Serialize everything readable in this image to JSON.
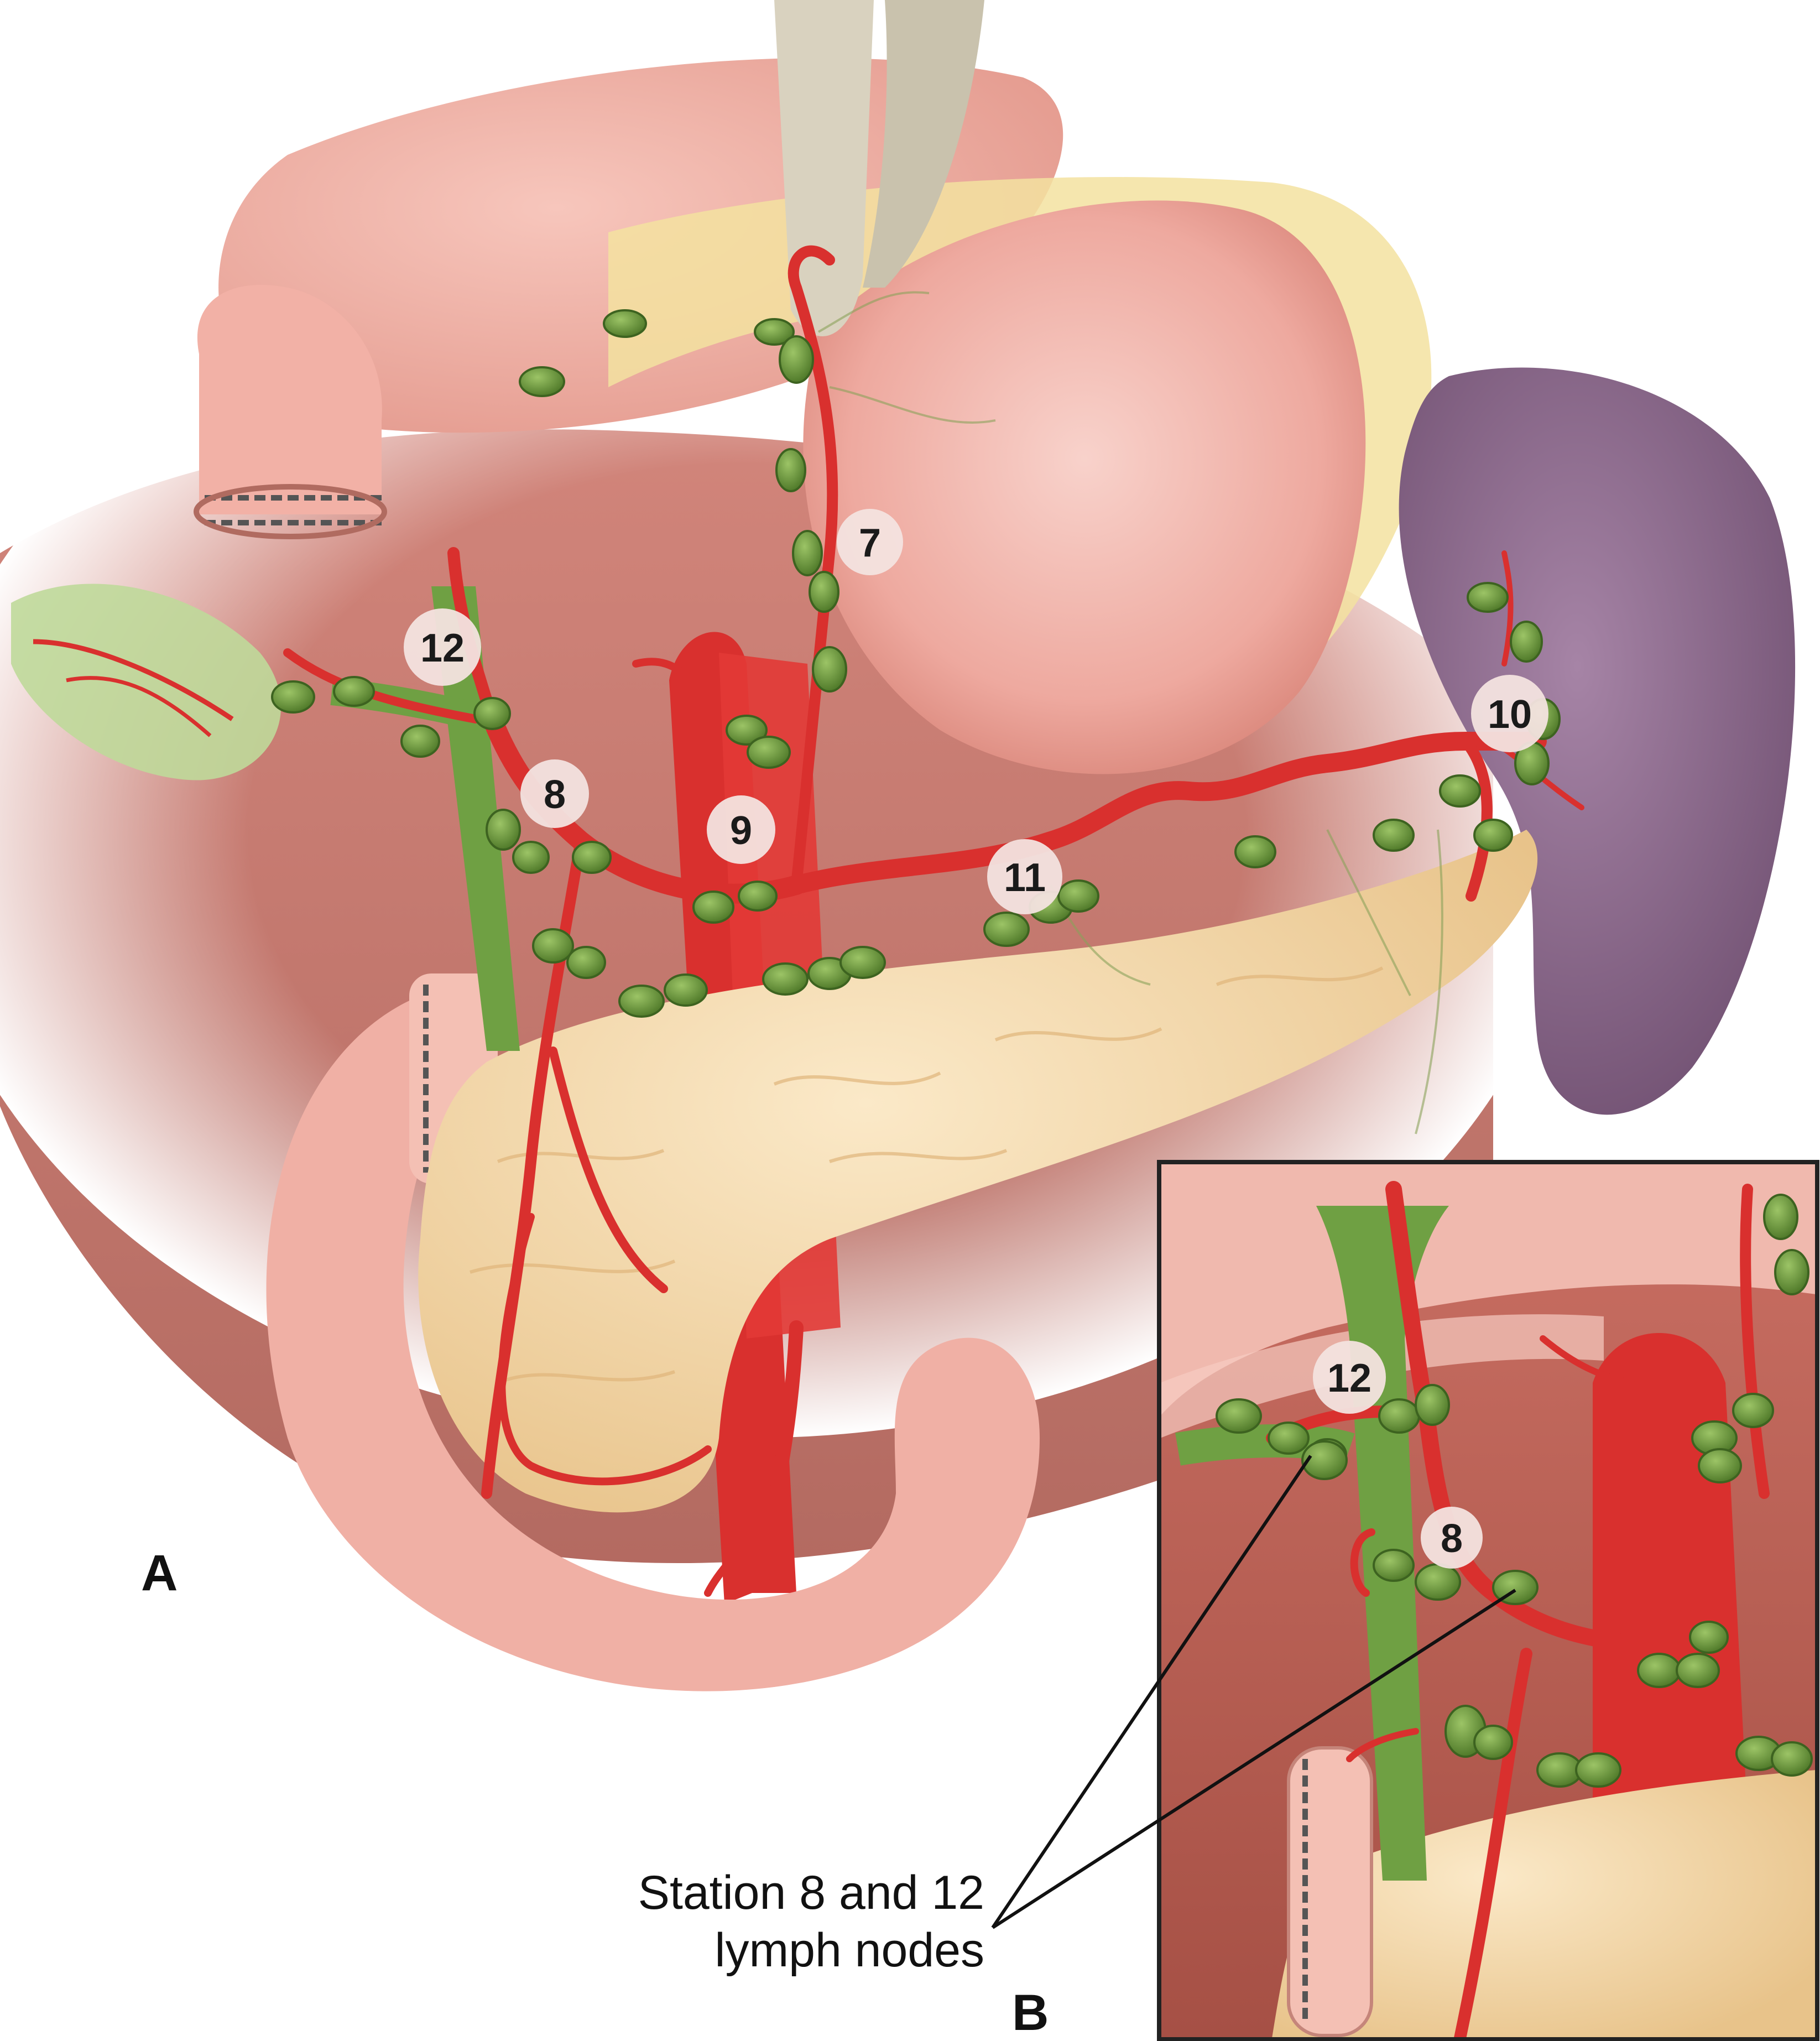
{
  "panels": {
    "a_letter": "A",
    "b_letter": "B"
  },
  "stations": {
    "s7": "7",
    "s8": "8",
    "s9": "9",
    "s10": "10",
    "s11": "11",
    "s12": "12"
  },
  "inset": {
    "s8": "8",
    "s12": "12"
  },
  "callout": {
    "line1": "Station 8 and 12",
    "line2": "lymph nodes"
  },
  "colors": {
    "artery": "#d9302e",
    "lymph_node": "#6b9a3a",
    "bile_duct": "#6fa043",
    "pancreas": "#f3d9ab",
    "spleen": "#8e6a8f",
    "stomach": "#f2b8b0",
    "label_circle": "#f3e3df"
  }
}
